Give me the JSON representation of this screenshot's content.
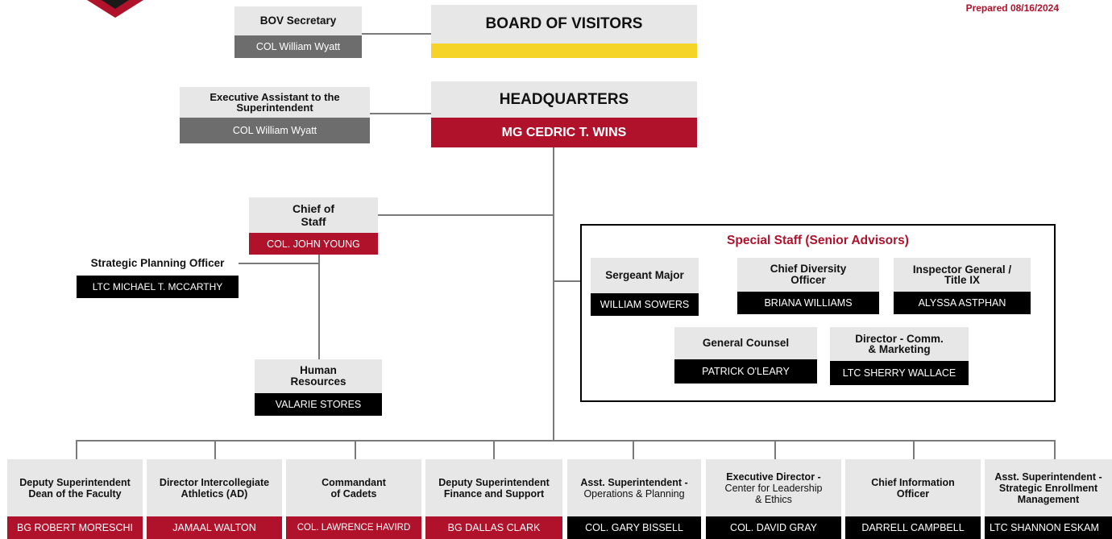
{
  "prepared": "Prepared 08/16/2024",
  "board": {
    "title": "BOARD OF VISITORS"
  },
  "hq": {
    "title": "HEADQUARTERS",
    "name": "MG CEDRIC T. WINS"
  },
  "bov_secretary": {
    "title": "BOV Secretary",
    "name": "COL William Wyatt"
  },
  "exec_assistant": {
    "title_line1": "Executive Assistant to the",
    "title_line2": "Superintendent",
    "name": "COL William Wyatt"
  },
  "chief_of_staff": {
    "title_line1": "Chief of",
    "title_line2": "Staff",
    "name": "COL. JOHN YOUNG"
  },
  "strategic_planning": {
    "title": "Strategic Planning Officer",
    "name": "LTC MICHAEL T. MCCARTHY"
  },
  "human_resources": {
    "title_line1": "Human",
    "title_line2": "Resources",
    "name": "VALARIE STORES"
  },
  "special_staff": {
    "title": "Special Staff (Senior Advisors)",
    "sergeant_major": {
      "title": "Sergeant Major",
      "name": "WILLIAM SOWERS"
    },
    "chief_diversity": {
      "title_line1": "Chief Diversity",
      "title_line2": "Officer",
      "name": "BRIANA WILLIAMS"
    },
    "inspector_general": {
      "title_line1": "Inspector General /",
      "title_line2": "Title IX",
      "name": "ALYSSA ASTPHAN"
    },
    "general_counsel": {
      "title": "General Counsel",
      "name": "PATRICK O'LEARY"
    },
    "director_comm": {
      "title_line1": "Director - Comm.",
      "title_line2": "& Marketing",
      "name": "LTC SHERRY WALLACE"
    }
  },
  "bottom": [
    {
      "line1": "Deputy Superintendent",
      "line2": "Dean of the Faculty",
      "line3": "",
      "name": "BG ROBERT MORESCHI"
    },
    {
      "line1": "Director Intercollegiate",
      "line2": "Athletics (AD)",
      "line3": "",
      "name": "JAMAAL WALTON"
    },
    {
      "line1": "Commandant",
      "line2": "of Cadets",
      "line3": "",
      "name": "COL. LAWRENCE HAVIRD"
    },
    {
      "line1": "Deputy Superintendent",
      "line2": "Finance and Support",
      "line3": "",
      "name": "BG DALLAS CLARK"
    },
    {
      "line1": "Asst. Superintendent -",
      "line2": "Operations & Planning",
      "line3": "",
      "name": "COL. GARY BISSELL"
    },
    {
      "line1": "Executive Director -",
      "line2": "Center for Leadership",
      "line3": "& Ethics",
      "name": "COL. DAVID GRAY"
    },
    {
      "line1": "Chief Information",
      "line2": "Officer",
      "line3": "",
      "name": "DARRELL CAMPBELL"
    },
    {
      "line1": "Asst. Superintendent -",
      "line2": "Strategic Enrollment",
      "line3": "Management",
      "name": "LTC SHANNON ESKAM"
    }
  ],
  "colors": {
    "accent_red": "#b0112b",
    "accent_yellow": "#f5d327",
    "gray_name": "#6d6d6d",
    "black_name": "#000000"
  }
}
